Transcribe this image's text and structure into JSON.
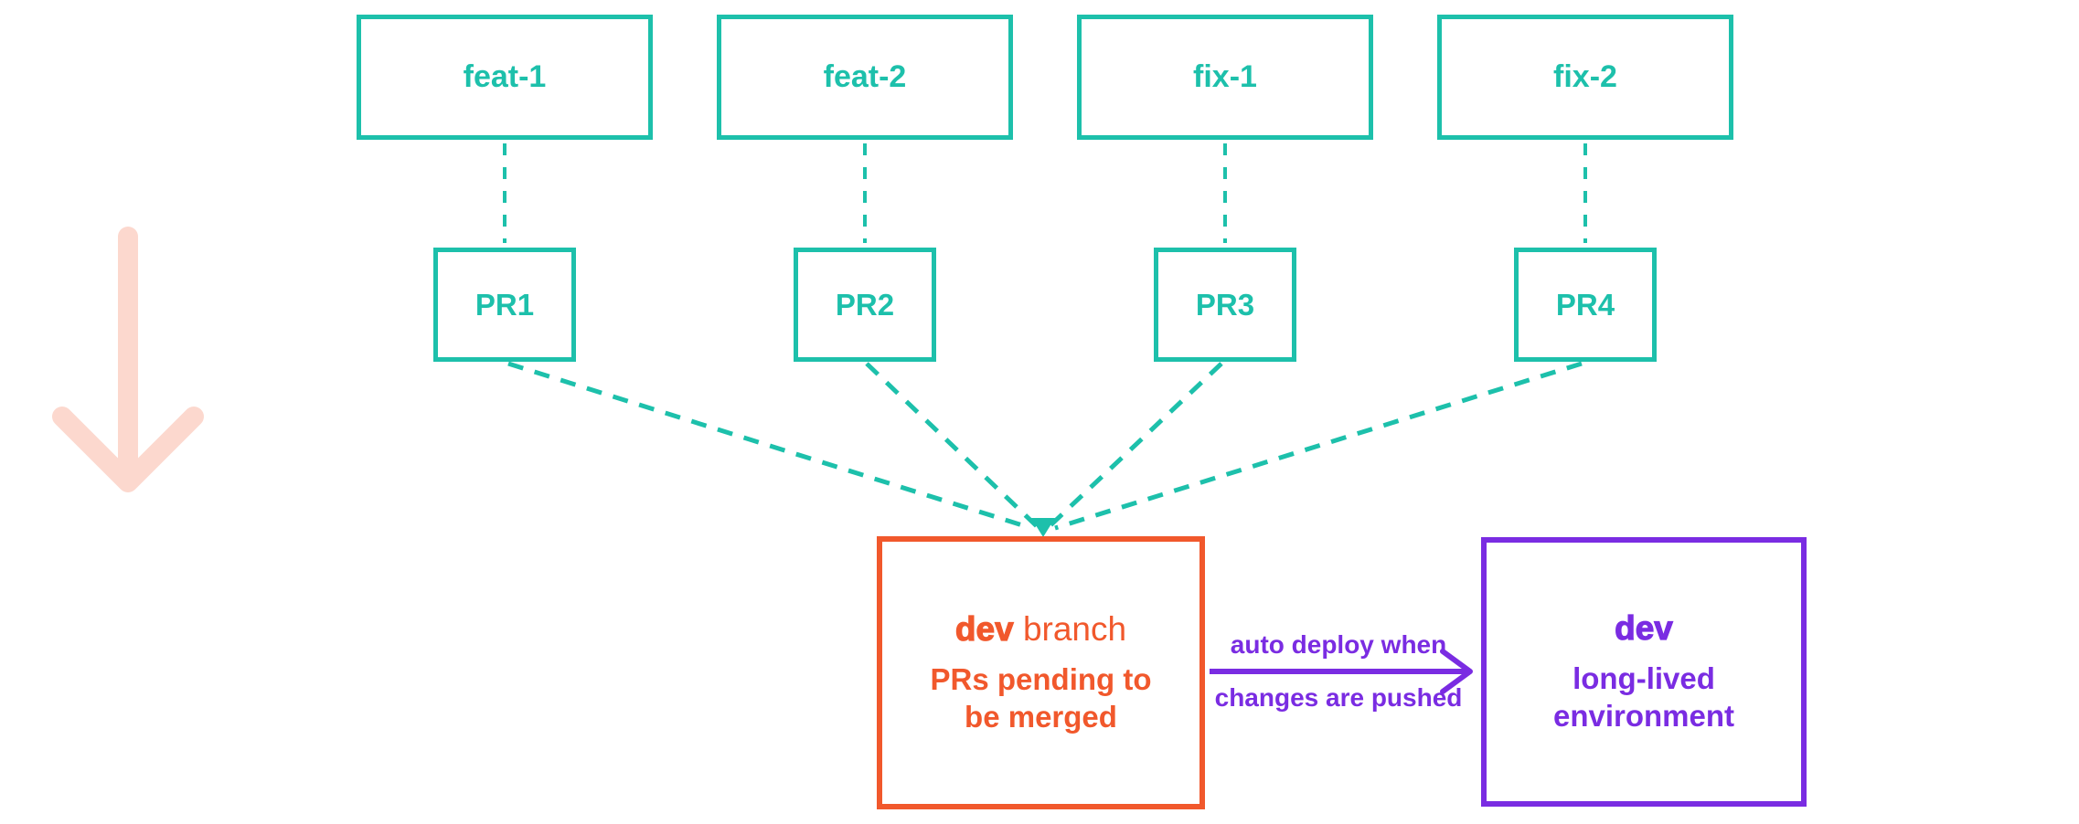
{
  "colors": {
    "teal": "#1dc0ab",
    "orange": "#f1582c",
    "purple": "#7a2ce2",
    "pink": "#fcd8ce",
    "bg": "#ffffff"
  },
  "boxes": {
    "feature_branches": [
      {
        "label": "feat-1"
      },
      {
        "label": "feat-2"
      },
      {
        "label": "fix-1"
      },
      {
        "label": "fix-2"
      }
    ],
    "pull_requests": [
      {
        "label": "PR1"
      },
      {
        "label": "PR2"
      },
      {
        "label": "PR3"
      },
      {
        "label": "PR4"
      }
    ],
    "dev_branch": {
      "title_emphasis": "dev",
      "title_rest": "branch",
      "subtitle_line1": "PRs pending to",
      "subtitle_line2": "be merged"
    },
    "dev_environment": {
      "title": "dev",
      "subtitle_line1": "long-lived",
      "subtitle_line2": "environment"
    }
  },
  "deploy_arrow": {
    "label_line1": "auto deploy when",
    "label_line2": "changes are pushed"
  }
}
